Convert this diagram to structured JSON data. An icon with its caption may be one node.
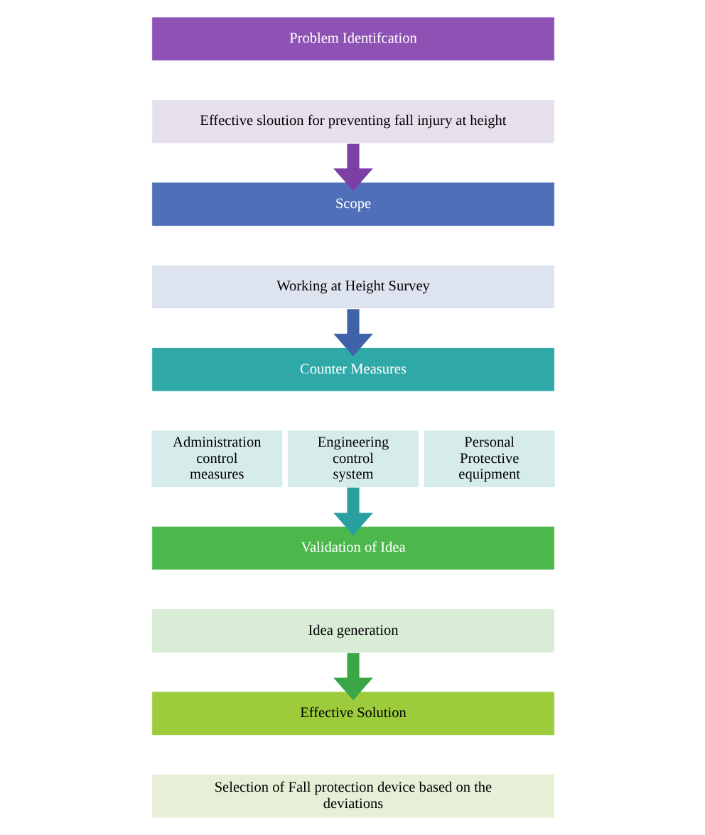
{
  "diagram": {
    "nodes": [
      {
        "text": [
          "Problem Identifcation"
        ]
      },
      {
        "text": [
          "Effective sloution for preventing fall injury at height"
        ]
      },
      {
        "text": [
          "Scope"
        ]
      },
      {
        "text": [
          "Working at Height Survey"
        ]
      },
      {
        "text": [
          "Counter Measures"
        ]
      },
      {
        "text": [
          "Administration control measures"
        ]
      },
      {
        "text": [
          "Engineering control system"
        ]
      },
      {
        "text": [
          "Personal Protective equipment"
        ]
      },
      {
        "text": [
          "Validation of Idea"
        ]
      },
      {
        "text": [
          "Idea generation"
        ]
      },
      {
        "text": [
          "Effective Solution"
        ]
      },
      {
        "text": [
          "Selection of Fall protection device based on the deviations"
        ]
      }
    ],
    "edges": [
      {
        "from": 1,
        "to": 2,
        "arrow": "to",
        "color": "#7b3fa6"
      },
      {
        "from": 3,
        "to": 4,
        "arrow": "to",
        "color": "#3f62a8"
      },
      {
        "from": 6,
        "to": 8,
        "arrow": "to",
        "color": "#2a9fa0"
      },
      {
        "from": 9,
        "to": 10,
        "arrow": "to",
        "color": "#3aa646"
      }
    ]
  }
}
